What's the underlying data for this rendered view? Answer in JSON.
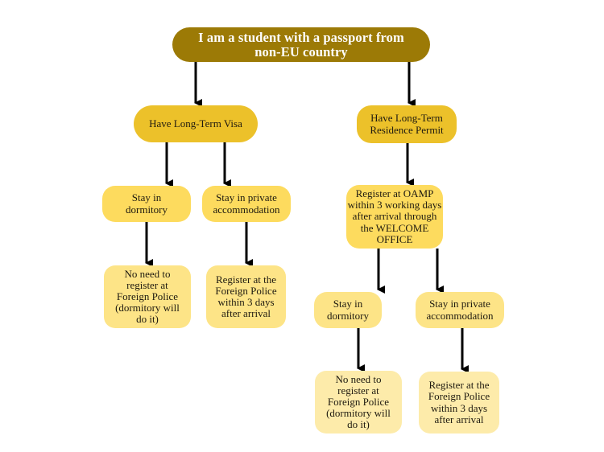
{
  "diagram": {
    "type": "flowchart",
    "root": {
      "id": "root",
      "label": "I am a student with a passport from\nnon-EU country"
    },
    "nodes": [
      {
        "id": "visa",
        "label": "Have Long-Term Visa"
      },
      {
        "id": "residence",
        "label": "Have Long-Term\nResidence Permit"
      },
      {
        "id": "visa_dorm",
        "label": "Stay in\ndormitory"
      },
      {
        "id": "visa_private",
        "label": "Stay in private\naccommodation"
      },
      {
        "id": "visa_dorm_result",
        "label": "No need to\nregister at\nForeign Police\n(dormitory will\ndo it)"
      },
      {
        "id": "visa_private_result",
        "label": "Register at the\nForeign Police\nwithin 3 days\nafter arrival"
      },
      {
        "id": "oamp",
        "label": "Register at OAMP\nwithin 3 working days\nafter arrival through\nthe WELCOME\nOFFICE"
      },
      {
        "id": "res_dorm",
        "label": "Stay in\ndormitory"
      },
      {
        "id": "res_private",
        "label": "Stay in private\naccommodation"
      },
      {
        "id": "res_dorm_result",
        "label": "No need to\nregister at\nForeign Police\n(dormitory will\ndo it)"
      },
      {
        "id": "res_private_result",
        "label": "Register at the\nForeign Police\nwithin 3 days\nafter arrival"
      }
    ],
    "edges": [
      {
        "from": "root",
        "to": "visa"
      },
      {
        "from": "root",
        "to": "residence"
      },
      {
        "from": "visa",
        "to": "visa_dorm"
      },
      {
        "from": "visa",
        "to": "visa_private"
      },
      {
        "from": "visa_dorm",
        "to": "visa_dorm_result"
      },
      {
        "from": "visa_private",
        "to": "visa_private_result"
      },
      {
        "from": "residence",
        "to": "oamp"
      },
      {
        "from": "oamp",
        "to": "res_dorm"
      },
      {
        "from": "oamp",
        "to": "res_private"
      },
      {
        "from": "res_dorm",
        "to": "res_dorm_result"
      },
      {
        "from": "res_private",
        "to": "res_private_result"
      }
    ],
    "colors": {
      "root": "#9C7A06",
      "level1": "#ECC12A",
      "level2": "#FDDB5E",
      "level3": "#FDE487",
      "level4": "#FDEBAA",
      "arrow": "#000000"
    }
  }
}
